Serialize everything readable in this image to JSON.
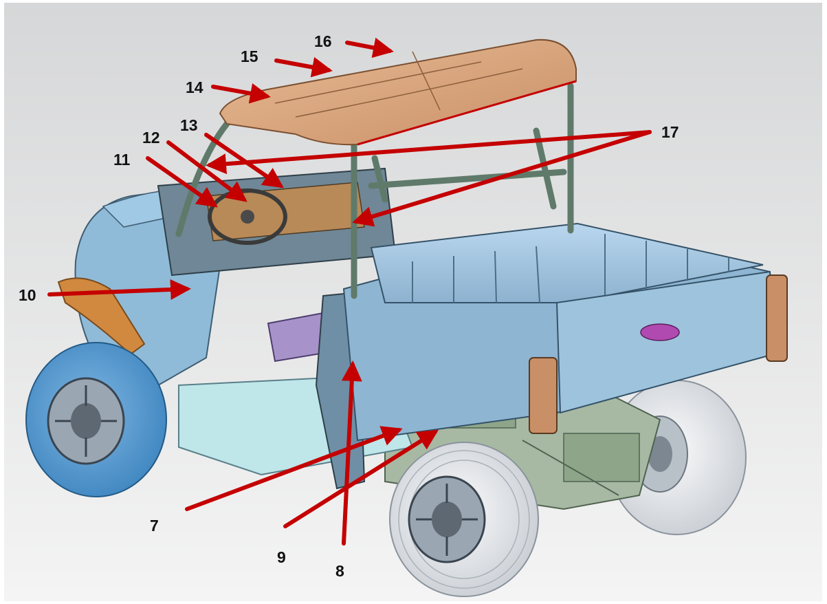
{
  "diagram": {
    "subject": "utility-vehicle-cutaway",
    "colors": {
      "background_top": "#d7d8d9",
      "background_bottom": "#f3f3f3",
      "arrow": "#c40000",
      "body_blue": "#9cc3de",
      "body_dark": "#587c93",
      "tire_blue": "#4a90c6",
      "tire_white": "#e9ecf0",
      "roof": "#d8a47d",
      "frame_green": "#9fb49e",
      "orange_trim": "#d0893f"
    },
    "callouts": [
      {
        "id": "7",
        "label": "7"
      },
      {
        "id": "8",
        "label": "8"
      },
      {
        "id": "9",
        "label": "9"
      },
      {
        "id": "10",
        "label": "10"
      },
      {
        "id": "11",
        "label": "11"
      },
      {
        "id": "12",
        "label": "12"
      },
      {
        "id": "13",
        "label": "13"
      },
      {
        "id": "14",
        "label": "14"
      },
      {
        "id": "15",
        "label": "15"
      },
      {
        "id": "16",
        "label": "16"
      },
      {
        "id": "17",
        "label": "17"
      }
    ]
  }
}
